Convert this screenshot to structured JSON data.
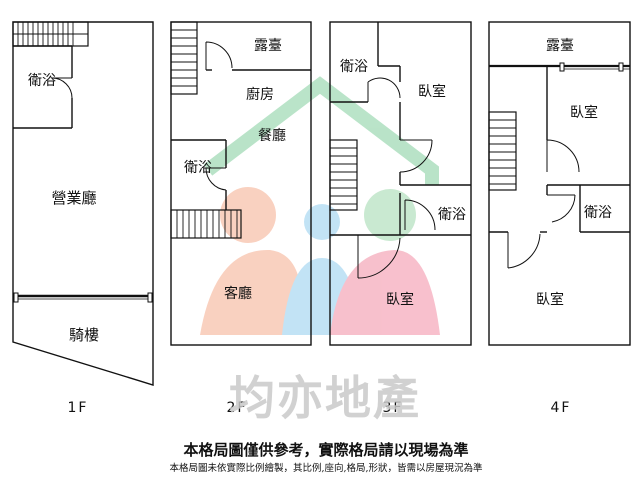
{
  "floors": {
    "f1": {
      "label": "1F",
      "rooms": {
        "bath": "衛浴",
        "hall": "營業廳",
        "arcade": "騎樓"
      }
    },
    "f2": {
      "label": "2F",
      "rooms": {
        "balcony": "露臺",
        "kitchen": "廚房",
        "dining": "餐廳",
        "bath": "衛浴",
        "living": "客廳"
      }
    },
    "f3": {
      "label": "3F",
      "rooms": {
        "bath_top": "衛浴",
        "bedroom_top": "臥室",
        "bath_right": "衛浴",
        "bedroom_bottom": "臥室"
      }
    },
    "f4": {
      "label": "4F",
      "rooms": {
        "balcony": "露臺",
        "bedroom_top": "臥室",
        "bath": "衛浴",
        "bedroom_bottom": "臥室"
      }
    }
  },
  "watermark": {
    "brand": "均亦地產"
  },
  "notes": {
    "primary": "本格局圖僅供參考，實際格局請以現場為準",
    "secondary": "本格局圖未依實際比例繪製，其比例,座向,格局,形狀，皆需以房屋現況為準"
  },
  "colors": {
    "wall": "#111111",
    "roof": "#8fd3a8",
    "peach": "#f6b59a",
    "blue": "#9ed3f0",
    "green": "#a9dcb5",
    "pink": "#f39aae"
  }
}
